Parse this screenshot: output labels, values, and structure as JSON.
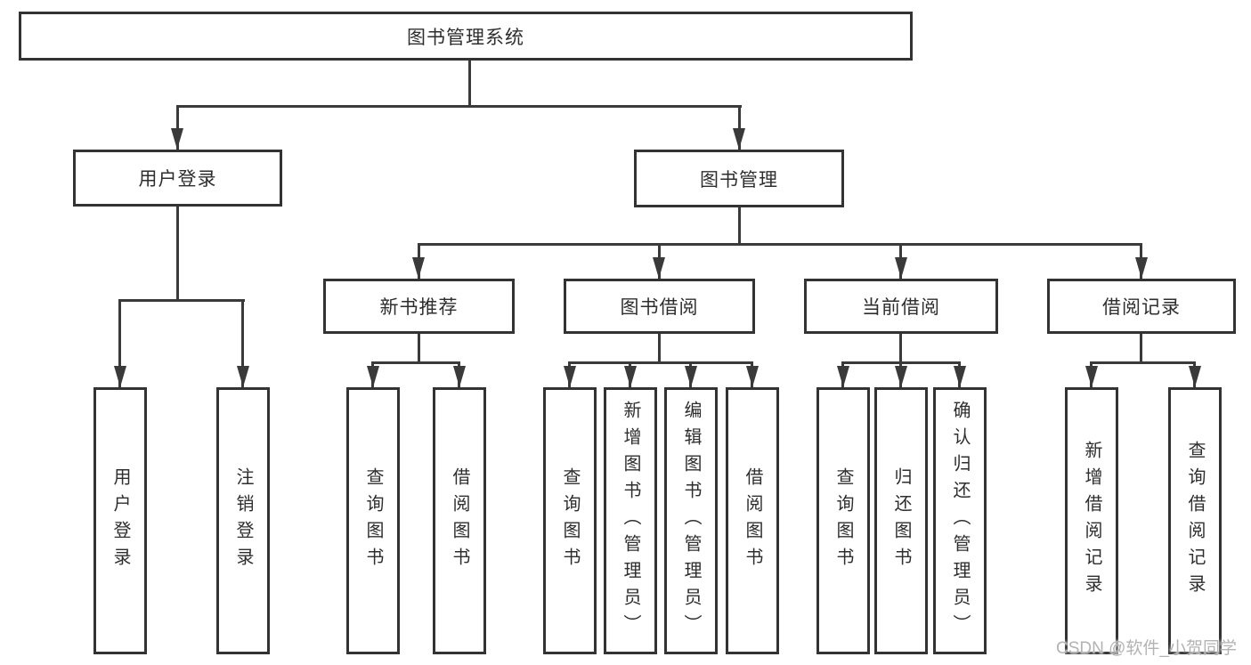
{
  "diagram": {
    "root": "图书管理系统",
    "branches": {
      "user": {
        "label": "用户登录",
        "leaves": [
          "用户登录",
          "注销登录"
        ]
      },
      "books": {
        "label": "图书管理",
        "groups": [
          {
            "label": "新书推荐",
            "leaves": [
              "查询图书",
              "借阅图书"
            ]
          },
          {
            "label": "图书借阅",
            "leaves": [
              "查询图书",
              "新增图书（管理员）",
              "编辑图书（管理员）",
              "借阅图书"
            ]
          },
          {
            "label": "当前借阅",
            "leaves": [
              "查询图书",
              "归还图书",
              "确认归还（管理员）"
            ]
          },
          {
            "label": "借阅记录",
            "leaves": [
              "新增借阅记录",
              "查询借阅记录"
            ]
          }
        ]
      }
    }
  },
  "watermark": {
    "text": "CSDN @软件_小贺同学",
    "color": "#b3b3b3"
  },
  "colors": {
    "line": "#3a3a3a",
    "border": "#333333",
    "text": "#2e2e2e",
    "bg": "#ffffff"
  }
}
